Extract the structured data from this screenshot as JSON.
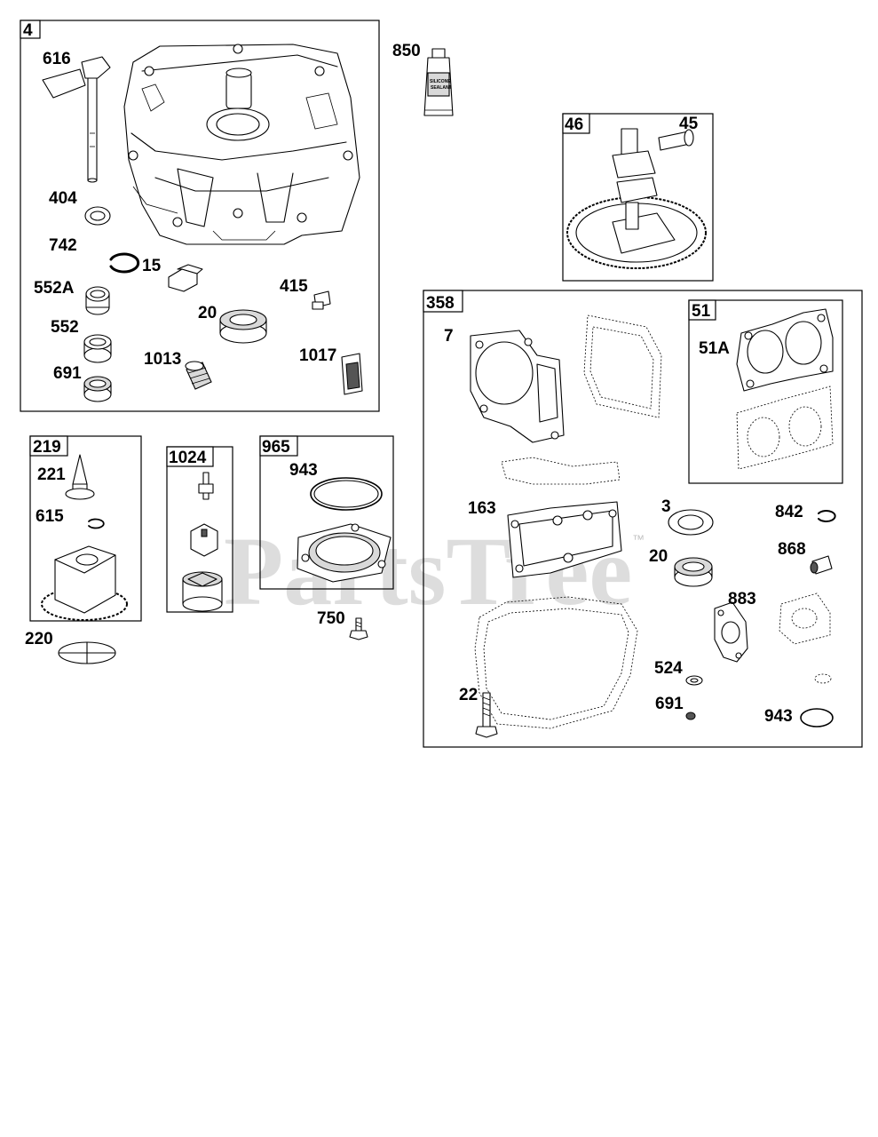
{
  "watermark": {
    "text": "PartsTree",
    "trademark": "™"
  },
  "groups": [
    {
      "id": "4",
      "tag": "4"
    },
    {
      "id": "46",
      "tag": "46"
    },
    {
      "id": "358",
      "tag": "358"
    },
    {
      "id": "51",
      "tag": "51"
    },
    {
      "id": "219",
      "tag": "219"
    },
    {
      "id": "1024",
      "tag": "1024"
    },
    {
      "id": "965",
      "tag": "965"
    }
  ],
  "parts": {
    "p616": "616",
    "p404": "404",
    "p742": "742",
    "p552A": "552A",
    "p552": "552",
    "p691a": "691",
    "p15": "15",
    "p415": "415",
    "p20a": "20",
    "p1013": "1013",
    "p1017": "1017",
    "p850": "850",
    "p45": "45",
    "p7": "7",
    "p51A": "51A",
    "p163": "163",
    "p3": "3",
    "p842": "842",
    "p868": "868",
    "p20b": "20",
    "p883": "883",
    "p524": "524",
    "p22": "22",
    "p691b": "691",
    "p943b": "943",
    "p221": "221",
    "p615": "615",
    "p220": "220",
    "p943a": "943",
    "p750": "750"
  },
  "sealant_tube": {
    "line1": "SILICONE",
    "line2": "SEALANT"
  }
}
